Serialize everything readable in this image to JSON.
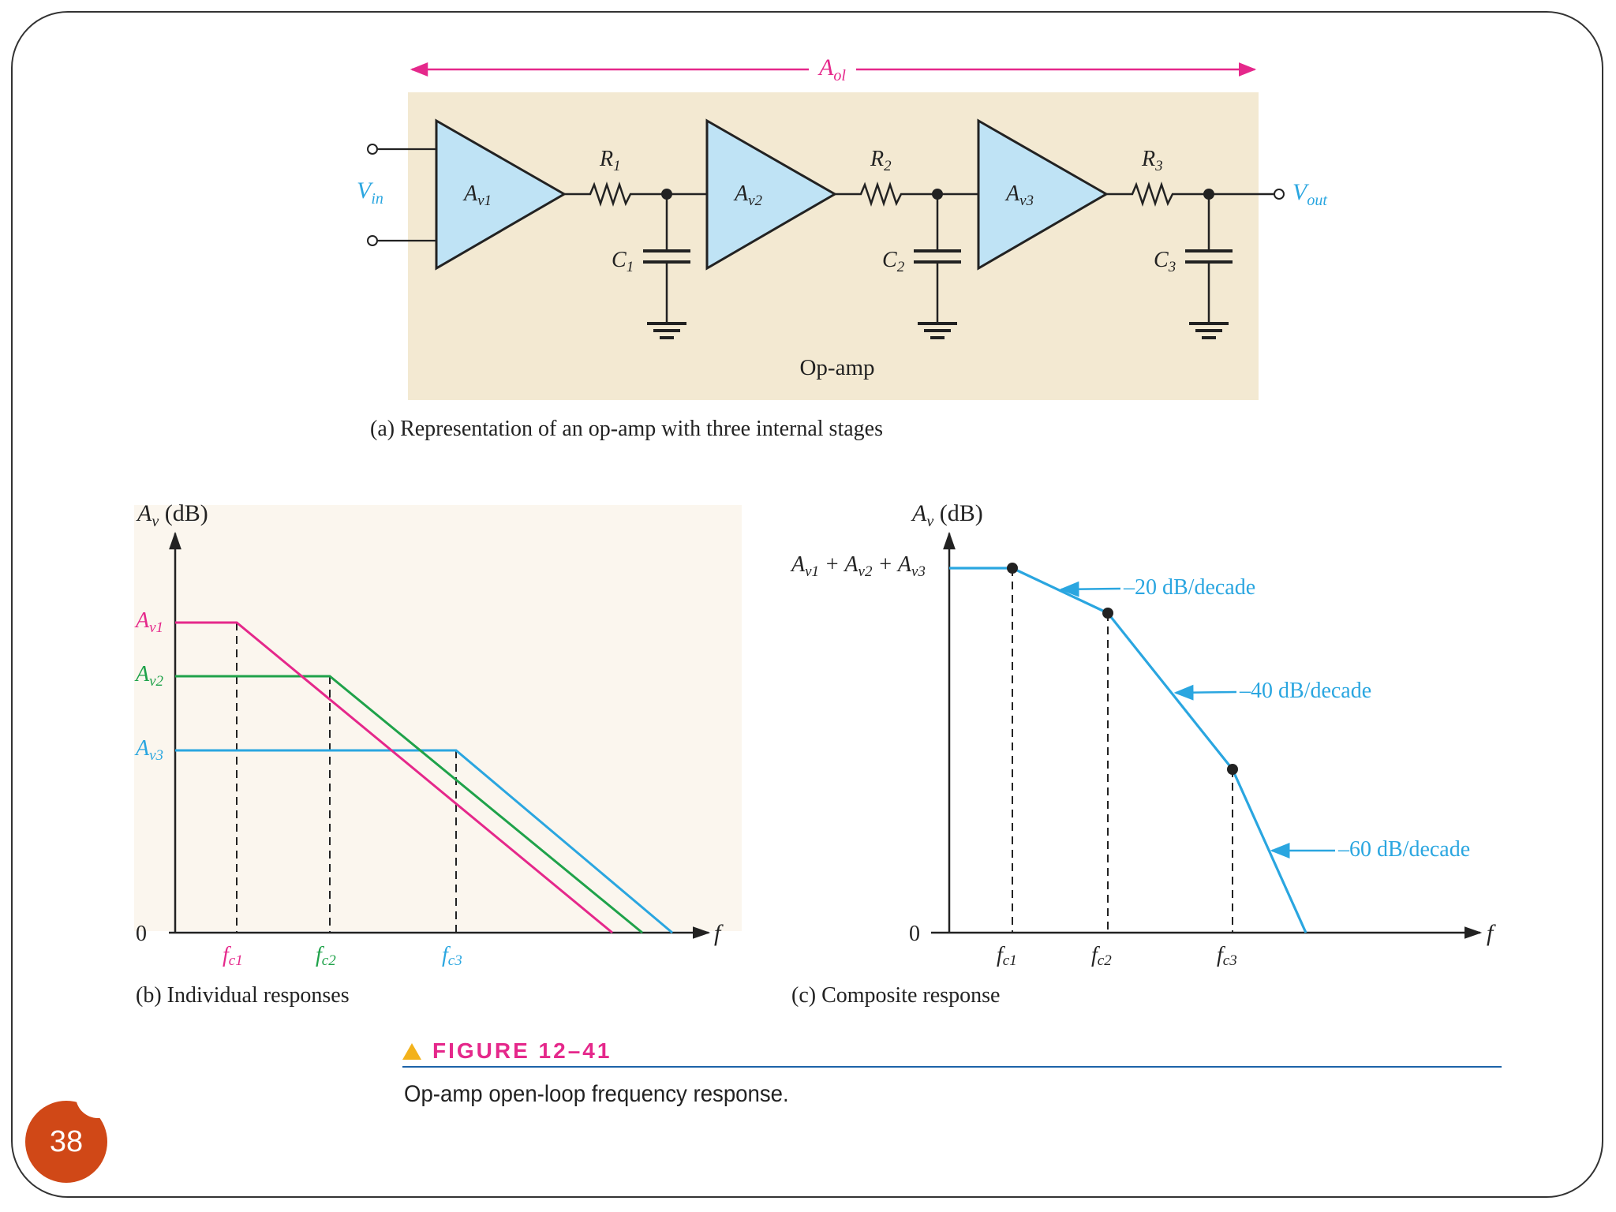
{
  "colors": {
    "magenta": "#e5288b",
    "green": "#1fa24a",
    "cyan": "#2aa6e0",
    "panel_beige": "#f3e9d2",
    "triangle_fill": "#bfe3f5",
    "accent_orange": "#f3b21b",
    "rule_blue": "#1d63a8",
    "badge": "#d04817"
  },
  "circuit": {
    "gain_bracket": {
      "base": "A",
      "sub": "ol"
    },
    "input": {
      "base": "V",
      "sub": "in"
    },
    "output": {
      "base": "V",
      "sub": "out"
    },
    "stages": [
      {
        "amp": "A",
        "amp_sub": "v1",
        "res": "R",
        "res_sub": "1",
        "cap": "C",
        "cap_sub": "1"
      },
      {
        "amp": "A",
        "amp_sub": "v2",
        "res": "R",
        "res_sub": "2",
        "cap": "C",
        "cap_sub": "2"
      },
      {
        "amp": "A",
        "amp_sub": "v3",
        "res": "R",
        "res_sub": "3",
        "cap": "C",
        "cap_sub": "3"
      }
    ],
    "block_label": "Op-amp",
    "caption": "(a) Representation of an op-amp with three internal stages"
  },
  "graph_b": {
    "ylabel_base": "A",
    "ylabel_sub": "v",
    "ylabel_unit": " (dB)",
    "xlabel": "f",
    "zero_label": "0",
    "level_labels": [
      {
        "base": "A",
        "sub": "v1"
      },
      {
        "base": "A",
        "sub": "v2"
      },
      {
        "base": "A",
        "sub": "v3"
      }
    ],
    "freq_labels": [
      {
        "base": "f",
        "sub": "c1"
      },
      {
        "base": "f",
        "sub": "c2"
      },
      {
        "base": "f",
        "sub": "c3"
      }
    ],
    "caption": "(b) Individual responses"
  },
  "graph_c": {
    "ylabel_base": "A",
    "ylabel_sub": "v",
    "ylabel_unit": " (dB)",
    "xlabel": "f",
    "zero_label": "0",
    "top_label": [
      {
        "base": "A",
        "sub": "v1"
      },
      {
        "base": " + A",
        "sub": "v2"
      },
      {
        "base": " + A",
        "sub": "v3"
      }
    ],
    "freq_labels": [
      {
        "base": "f",
        "sub": "c1"
      },
      {
        "base": "f",
        "sub": "c2"
      },
      {
        "base": "f",
        "sub": "c3"
      }
    ],
    "slope_labels": [
      "–20 dB/decade",
      "–40 dB/decade",
      "–60 dB/decade"
    ],
    "caption": "(c) Composite response"
  },
  "figure": {
    "number": "FIGURE 12–41",
    "title": "Op-amp open-loop frequency response."
  },
  "page_number": "38"
}
